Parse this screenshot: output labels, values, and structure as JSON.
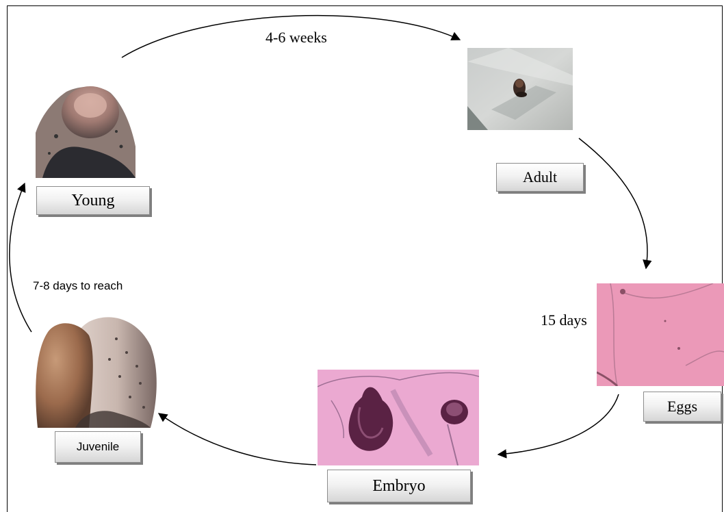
{
  "stages": {
    "young": "Young",
    "adult": "Adult",
    "eggs": "Eggs",
    "embryo": "Embryo",
    "juvenile": "Juvenile"
  },
  "durations": {
    "young_to_adult": "4-6 weeks",
    "eggs_to_embryo": "15 days",
    "juvenile_to_young": "7-8 days to reach"
  }
}
